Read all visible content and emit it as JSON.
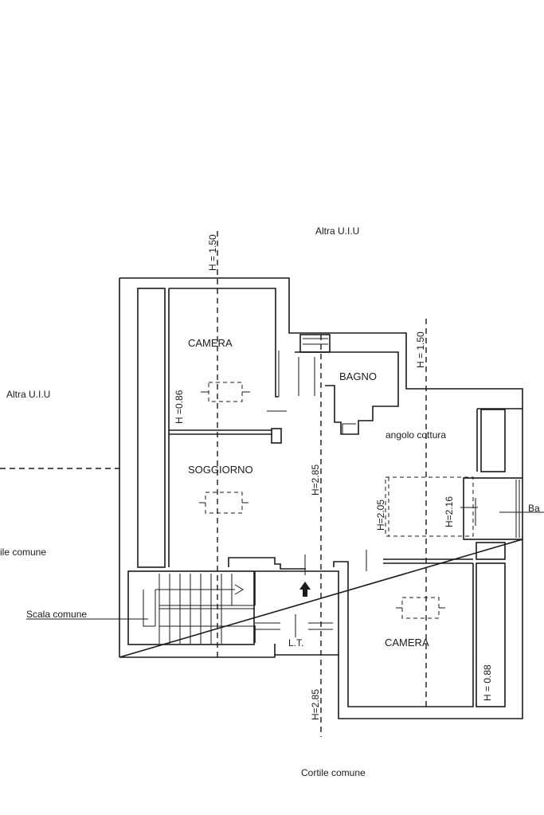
{
  "labels": {
    "altra_top": "Altra U.I.U",
    "altra_left": "Altra U.I.U",
    "cortile_left": "ile comune",
    "cortile_bottom": "Cortile comune",
    "scala": "Scala comune",
    "camera_top": "CAMERA",
    "camera_bottom": "CAMERA",
    "bagno": "BAGNO",
    "angolo": "angolo cottura",
    "soggiorno": "SOGGIORNO",
    "lt": "L.T.",
    "balcony_cut": "Ba"
  },
  "heights": {
    "h_150_left": "H = 1.50",
    "h_150_right": "H = 1.50",
    "h_086": "H =0.86",
    "h_285_mid": "H=2.85",
    "h_285_bottom": "H=2.85",
    "h_205": "H=2.05",
    "h_216": "H=2.16",
    "h_088": "H = 0.88"
  }
}
